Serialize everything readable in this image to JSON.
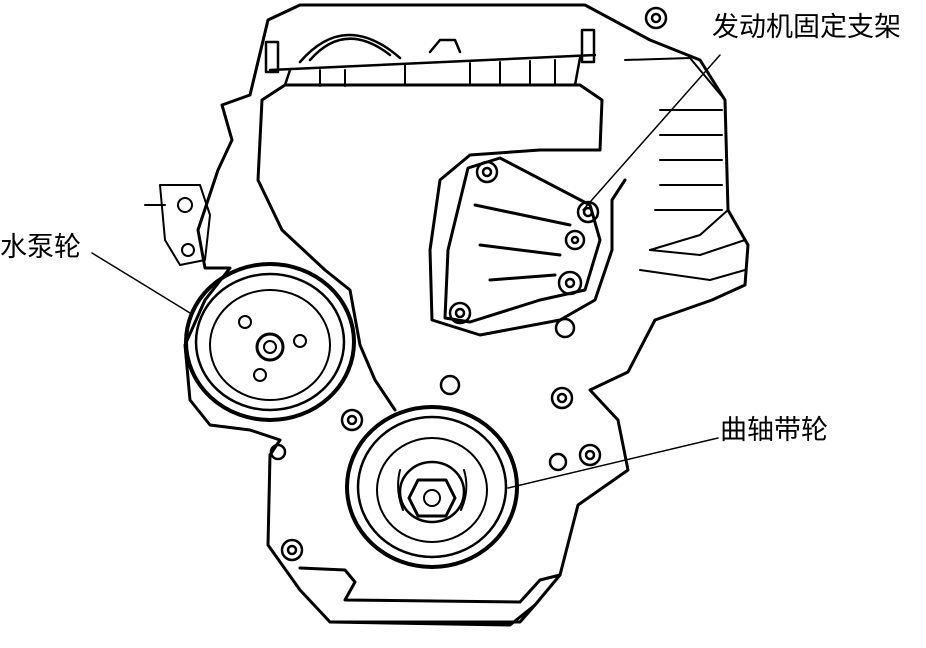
{
  "labels": {
    "engine_bracket": "发动机固定支架",
    "water_pump_pulley": "水泵轮",
    "crankshaft_pulley": "曲轴带轮"
  },
  "colors": {
    "ink": "#000000",
    "paper": "#ffffff"
  }
}
